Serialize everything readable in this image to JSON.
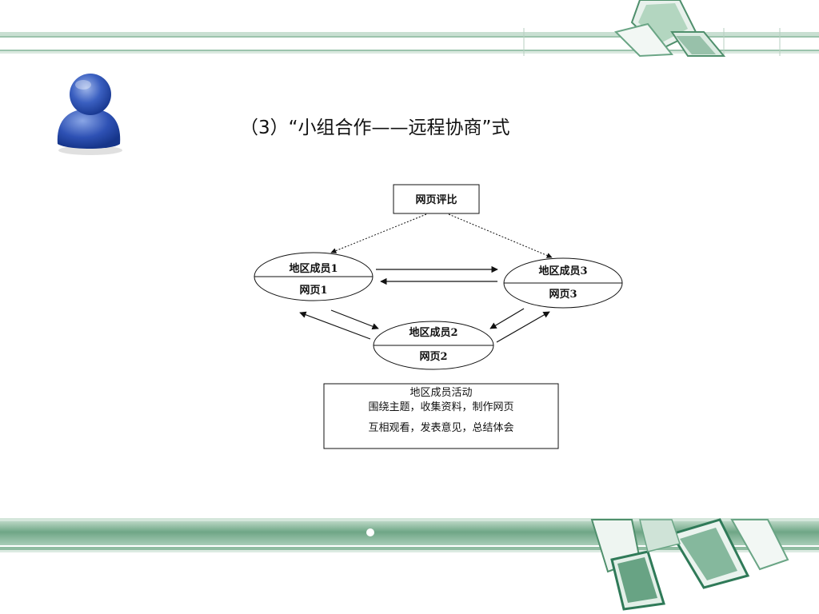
{
  "title": "（3）“小组合作——远程协商”式",
  "colors": {
    "accent_green": "#5a9e7a",
    "accent_green_dark": "#2f7a58",
    "avatar_blue": "#2347a8",
    "line": "#111111"
  },
  "icons": {
    "avatar": "user-avatar-icon",
    "slide_dot": "dot-icon"
  },
  "diagram": {
    "top_box": {
      "label": "网页评比"
    },
    "member1": {
      "name": "地区成员1",
      "page": "网页1"
    },
    "member2": {
      "name": "地区成员2",
      "page": "网页2"
    },
    "member3": {
      "name": "地区成员3",
      "page": "网页3"
    },
    "activity_box": {
      "title": "地区成员活动",
      "line1": "围绕主题，收集资料，制作网页",
      "line2": "互相观看，发表意见，总结体会"
    }
  }
}
